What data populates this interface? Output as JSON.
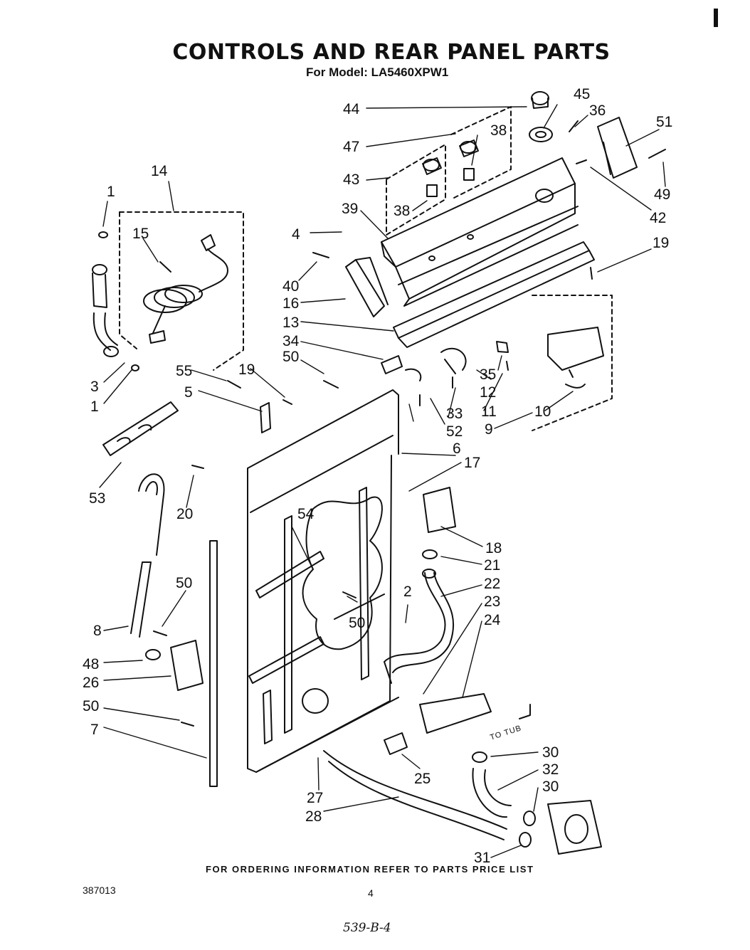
{
  "header": {
    "title": "CONTROLS AND REAR PANEL PARTS",
    "subtitle": "For Model: LA5460XPW1"
  },
  "callouts": [
    "1",
    "1",
    "2",
    "3",
    "4",
    "5",
    "6",
    "7",
    "8",
    "9",
    "10",
    "11",
    "12",
    "13",
    "14",
    "15",
    "16",
    "17",
    "18",
    "19",
    "19",
    "20",
    "21",
    "22",
    "23",
    "24",
    "25",
    "26",
    "27",
    "28",
    "30",
    "30",
    "31",
    "32",
    "33",
    "34",
    "35",
    "36",
    "38",
    "38",
    "39",
    "40",
    "42",
    "43",
    "44",
    "45",
    "47",
    "48",
    "49",
    "50",
    "50",
    "50",
    "50",
    "51",
    "52",
    "53",
    "54",
    "55"
  ],
  "annotation": "TO TUB",
  "footer": {
    "ordering_note": "FOR ORDERING INFORMATION REFER TO PARTS PRICE LIST",
    "doc_number": "387013",
    "page_number": "4",
    "handwritten_ref": "539-B-4"
  }
}
